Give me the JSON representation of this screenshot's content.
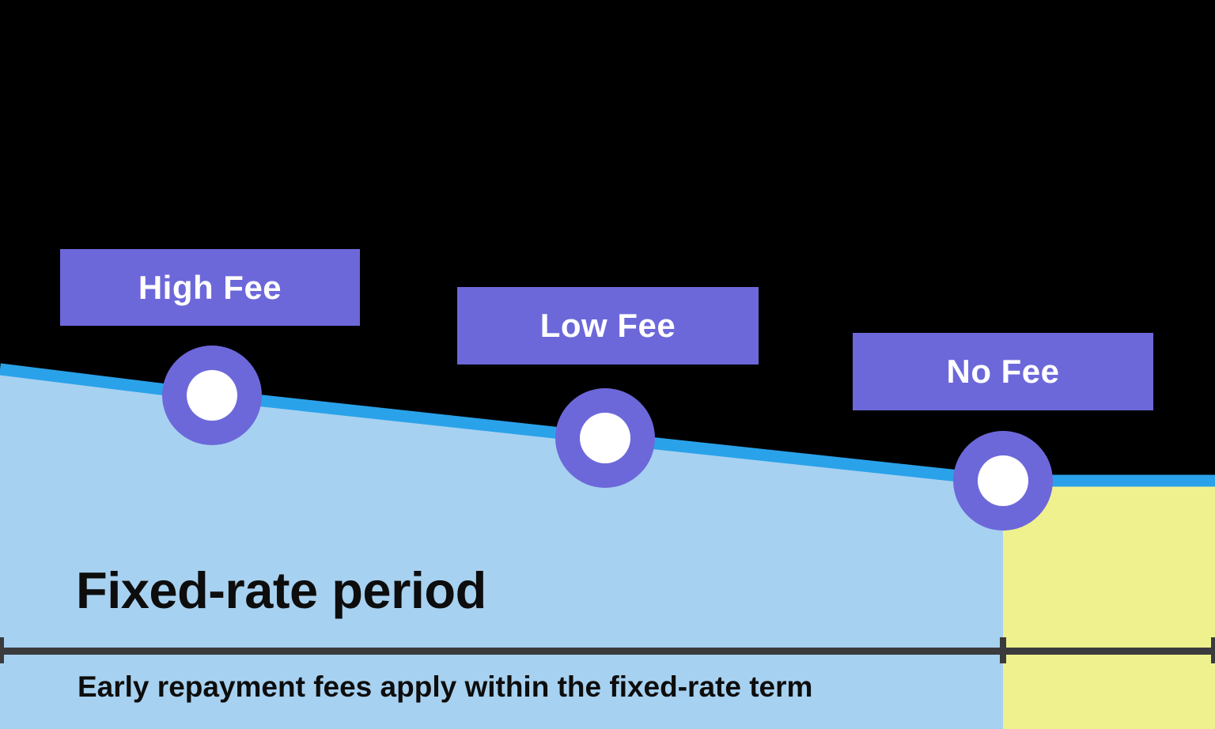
{
  "stages": [
    {
      "label": "High Fee"
    },
    {
      "label": "Low Fee"
    },
    {
      "label": "No Fee"
    }
  ],
  "fixed_period": {
    "title": "Fixed-rate period",
    "subtitle": "Early repayment fees apply within the fixed-rate term"
  },
  "colors": {
    "background": "#000000",
    "badge_fill": "#6C68DA",
    "badge_text": "#FFFFFF",
    "marker_ring": "#6C68DA",
    "marker_core": "#FFFFFF",
    "rate_line": "#2AA2EA",
    "fixed_region_fill": "#A7D1F0",
    "after_region_fill": "#EFF18F",
    "timeline_axis": "#3B3B3D",
    "title_text": "#0D0D0D"
  }
}
